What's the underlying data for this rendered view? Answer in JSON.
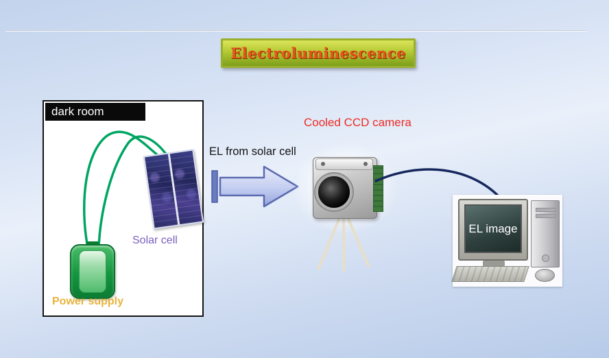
{
  "slide": {
    "title": "Electroluminescence",
    "title_text_color": "#e8551c",
    "title_box_top_color": "#dbe55a",
    "title_box_bottom_color": "#7d9f1b",
    "title_border_color": "#9ab02a",
    "background_top_color": "#c2d3ec",
    "background_bottom_color": "#b7cbe9"
  },
  "dark_room": {
    "header": "dark room",
    "solar_cell": {
      "label": "Solar cell",
      "label_color": "#7a5fc0"
    },
    "power_supply": {
      "label": "Power supply",
      "label_color": "#e8b43c",
      "body_color": "#14953f"
    },
    "wire_color": "#00a562"
  },
  "flow": {
    "arrow_label": "EL from solar cell",
    "arrow_fill_color": "#c9d3ef",
    "arrow_stroke_color": "#5a6ab0",
    "camera_label": "Cooled CCD camera",
    "camera_label_color": "#ee2b24",
    "cable_color": "#16275e",
    "monitor_text": "EL image"
  }
}
